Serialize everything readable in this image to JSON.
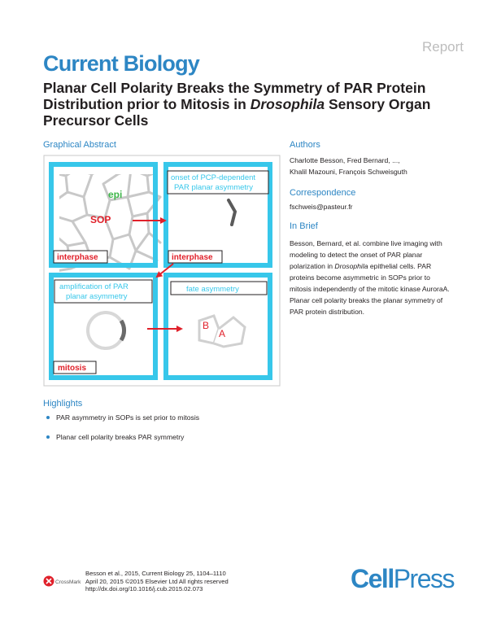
{
  "header": {
    "report_label": "Report",
    "journal": "Current Biology",
    "title_part1": "Planar Cell Polarity Breaks the Symmetry of PAR Protein Distribution prior to Mitosis in ",
    "title_italic": "Drosophila",
    "title_part2": " Sensory Organ Precursor Cells"
  },
  "graphical_abstract": {
    "heading": "Graphical Abstract",
    "panel1": {
      "epi": "epi",
      "sop": "SOP",
      "stage": "interphase"
    },
    "panel2": {
      "caption_line1": "onset of PCP-dependent",
      "caption_line2": "PAR planar asymmetry",
      "stage": "interphase"
    },
    "panel3": {
      "caption_line1": "amplification of PAR",
      "caption_line2": "planar asymmetry",
      "stage": "mitosis"
    },
    "panel4": {
      "caption": "fate asymmetry",
      "cell_b": "B",
      "cell_a": "A"
    },
    "colors": {
      "frame": "#37c7ea",
      "cell_lines": "#c8c8c8",
      "arrow": "#e0202a",
      "epi": "#3fb64a",
      "sop": "#e0202a",
      "stage_text": "#e0202a"
    }
  },
  "authors": {
    "heading": "Authors",
    "line1": "Charlotte Besson, Fred Bernard, ...,",
    "line2": "Khalil Mazouni, François Schweisguth"
  },
  "correspondence": {
    "heading": "Correspondence",
    "email": "fschweis@pasteur.fr"
  },
  "in_brief": {
    "heading": "In Brief",
    "text_part1": "Besson, Bernard, et al. combine live imaging with modeling to detect the onset of PAR planar polarization in ",
    "text_italic": "Drosophila",
    "text_part2": " epithelial cells. PAR proteins become asymmetric in SOPs prior to mitosis independently of the mitotic kinase AuroraA. Planar cell polarity breaks the planar symmetry of PAR protein distribution."
  },
  "highlights": {
    "heading": "Highlights",
    "items": [
      "PAR asymmetry in SOPs is set prior to mitosis",
      "Planar cell polarity breaks PAR symmetry"
    ]
  },
  "footer": {
    "line1": "Besson et al., 2015, Current Biology 25, 1104–1110",
    "line2": "April 20, 2015 ©2015 Elsevier Ltd All rights reserved",
    "line3": "http://dx.doi.org/10.1016/j.cub.2015.02.073",
    "crossmark": "CrossMark",
    "publisher_a": "Cell",
    "publisher_b": "Press"
  }
}
